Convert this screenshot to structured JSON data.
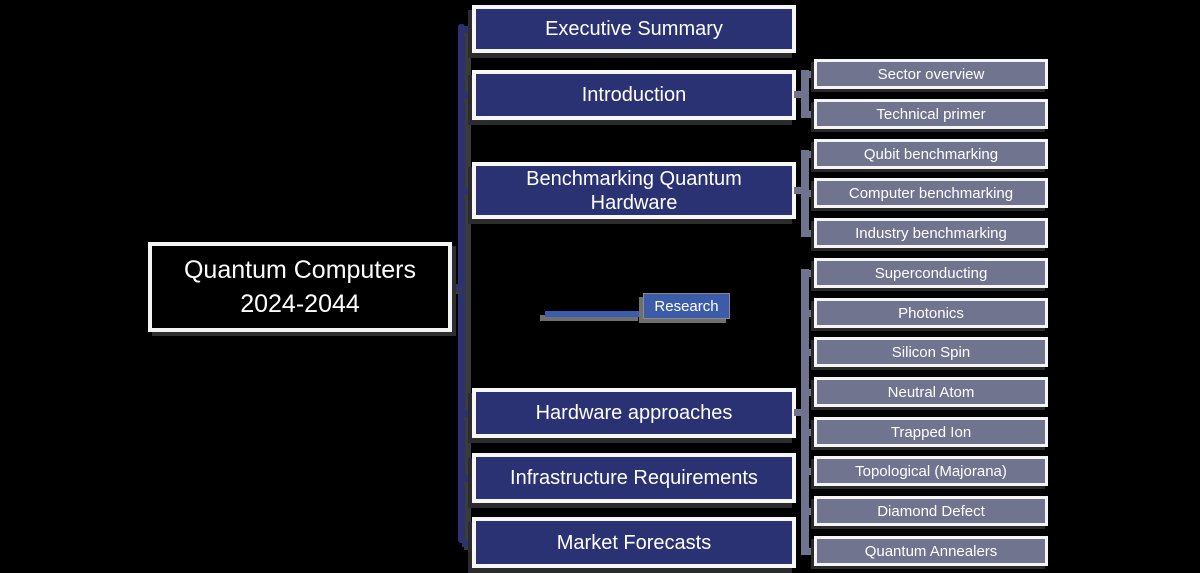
{
  "diagram_title": {
    "line1": "Quantum Computers",
    "line2": "2024-2044"
  },
  "logo": {
    "research_label": "Research"
  },
  "chapters": [
    {
      "label": "Executive Summary"
    },
    {
      "label": "Introduction"
    },
    {
      "label": "Benchmarking Quantum Hardware"
    },
    {
      "label": "Hardware approaches"
    },
    {
      "label": "Infrastructure Requirements"
    },
    {
      "label": "Market Forecasts"
    }
  ],
  "subtopic_groups": [
    {
      "parent": "Introduction",
      "items": [
        "Sector overview",
        "Technical primer"
      ]
    },
    {
      "parent": "Benchmarking Quantum Hardware",
      "items": [
        "Qubit benchmarking",
        "Computer benchmarking",
        "Industry benchmarking"
      ]
    },
    {
      "parent": "Hardware approaches",
      "items": [
        "Superconducting",
        "Photonics",
        "Silicon Spin",
        "Neutral Atom",
        "Trapped Ion",
        "Topological (Majorana)",
        "Diamond Defect",
        "Quantum Annealers"
      ]
    }
  ],
  "colors": {
    "background": "#000000",
    "chapter_fill": "#2a3273",
    "subtopic_fill": "#70748e",
    "logo_blue": "#3c5caa",
    "border_white": "#f5f5f5",
    "text": "#ffffff"
  }
}
